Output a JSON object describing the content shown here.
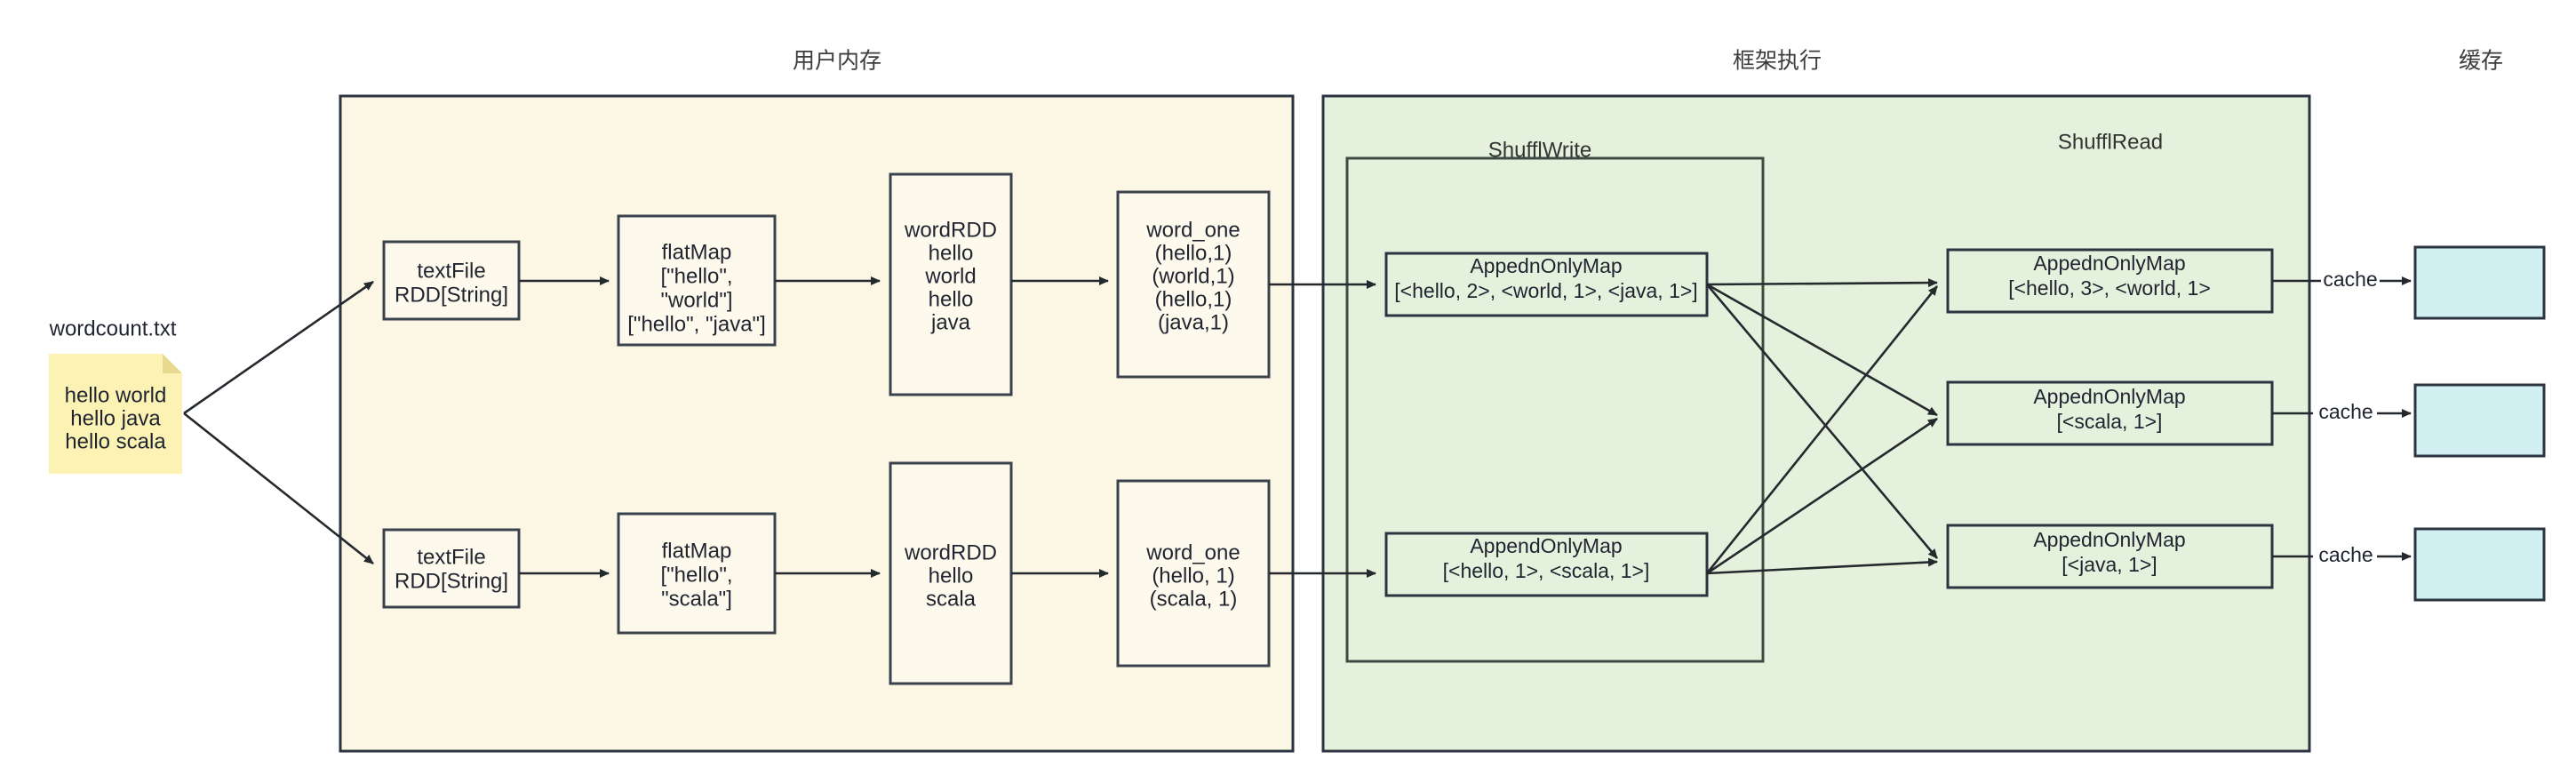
{
  "panels": [
    {
      "id": "user-memory",
      "title": "用户内存"
    },
    {
      "id": "framework-exec",
      "title": "框架执行"
    },
    {
      "id": "cache",
      "title": "缓存"
    }
  ],
  "groups": [
    {
      "id": "shuffl-write",
      "title": "ShufflWrite"
    },
    {
      "id": "shuffl-read",
      "title": "ShufflRead"
    }
  ],
  "source": {
    "caption": "wordcount.txt",
    "lines": [
      "hello world",
      "hello java",
      "hello scala"
    ]
  },
  "partition_top": {
    "textfile": {
      "lines": [
        "textFile",
        "RDD[String]"
      ]
    },
    "flatmap": {
      "lines": [
        "flatMap",
        "[\"hello\",",
        "\"world\"]",
        "[\"hello\", \"java\"]"
      ]
    },
    "wordrdd": {
      "lines": [
        "wordRDD",
        "hello",
        "world",
        "hello",
        "java"
      ]
    },
    "word_one": {
      "lines": [
        "word_one",
        "(hello,1)",
        "(world,1)",
        "(hello,1)",
        "(java,1)"
      ]
    }
  },
  "partition_bottom": {
    "textfile": {
      "lines": [
        "textFile",
        "RDD[String]"
      ]
    },
    "flatmap": {
      "lines": [
        "flatMap",
        "[\"hello\",",
        "\"scala\"]"
      ]
    },
    "wordrdd": {
      "lines": [
        "wordRDD",
        "hello",
        "scala"
      ]
    },
    "word_one": {
      "lines": [
        "word_one",
        "(hello, 1)",
        "(scala, 1)"
      ]
    }
  },
  "shuffle_write_maps": [
    {
      "id": "write-map-1",
      "lines": [
        "AppednOnlyMap",
        "[<hello, 2>, <world, 1>, <java, 1>]"
      ]
    },
    {
      "id": "write-map-2",
      "lines": [
        "AppendOnlyMap",
        "[<hello, 1>, <scala, 1>]"
      ]
    }
  ],
  "shuffle_read_maps": [
    {
      "id": "read-map-1",
      "lines": [
        "AppednOnlyMap",
        "[<hello, 3>, <world, 1>"
      ]
    },
    {
      "id": "read-map-2",
      "lines": [
        "AppednOnlyMap",
        "[<scala, 1>]"
      ]
    },
    {
      "id": "read-map-3",
      "lines": [
        "AppednOnlyMap",
        "[<java, 1>]"
      ]
    }
  ],
  "cache_edges": [
    {
      "id": "cache-edge-1",
      "label": "cache"
    },
    {
      "id": "cache-edge-2",
      "label": "cache"
    },
    {
      "id": "cache-edge-3",
      "label": "cache"
    }
  ],
  "cache_blocks": [
    {
      "id": "cache-block-1",
      "label": ""
    },
    {
      "id": "cache-block-2",
      "label": ""
    },
    {
      "id": "cache-block-3",
      "label": ""
    }
  ],
  "colors": {
    "panel_user_memory": "#fcf7e4",
    "panel_framework": "#e4f1dc",
    "node_beige": "#fdf9ec",
    "node_green": "#e4f1dc",
    "cache_block": "#d2f0f2",
    "note": "#fbf2b4",
    "stroke": "#2b3440"
  }
}
